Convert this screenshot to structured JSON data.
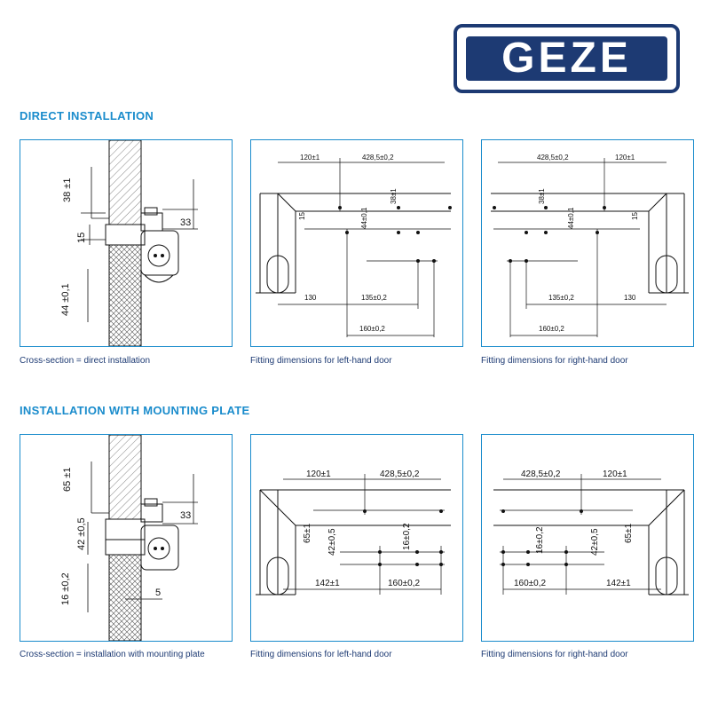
{
  "logo": {
    "text": "GEZE"
  },
  "colors": {
    "accent": "#1a8ccc",
    "navy": "#1d3a73"
  },
  "sections": [
    {
      "title": "DIRECT INSTALLATION",
      "captions": [
        "Cross-section = direct installation",
        "Fitting dimensions for left-hand door",
        "Fitting dimensions for right-hand door"
      ],
      "cross_section_dims": [
        "38 ±1",
        "15",
        "33",
        "44 ±0,1"
      ],
      "left_door_dims": [
        "120±1",
        "428,5±0,2",
        "38±1",
        "15",
        "44±0,1",
        "130",
        "135±0,2",
        "160±0,2"
      ],
      "right_door_dims": [
        "428,5±0,2",
        "120±1",
        "38±1",
        "44±0,1",
        "15",
        "135±0,2",
        "130",
        "160±0,2"
      ]
    },
    {
      "title": "INSTALLATION WITH MOUNTING PLATE",
      "captions": [
        "Cross-section = installation with mounting plate",
        "Fitting dimensions for left-hand door",
        "Fitting dimensions for right-hand door"
      ],
      "cross_section_dims": [
        "65 ±1",
        "42 ±0,5",
        "33",
        "16 ±0,2",
        "5"
      ],
      "left_door_dims": [
        "120±1",
        "428,5±0,2",
        "65±1",
        "42±0,5",
        "16±0,2",
        "142±1",
        "160±0,2"
      ],
      "right_door_dims": [
        "428,5±0,2",
        "120±1",
        "16±0,2",
        "42±0,5",
        "65±1",
        "160±0,2",
        "142±1"
      ]
    }
  ]
}
